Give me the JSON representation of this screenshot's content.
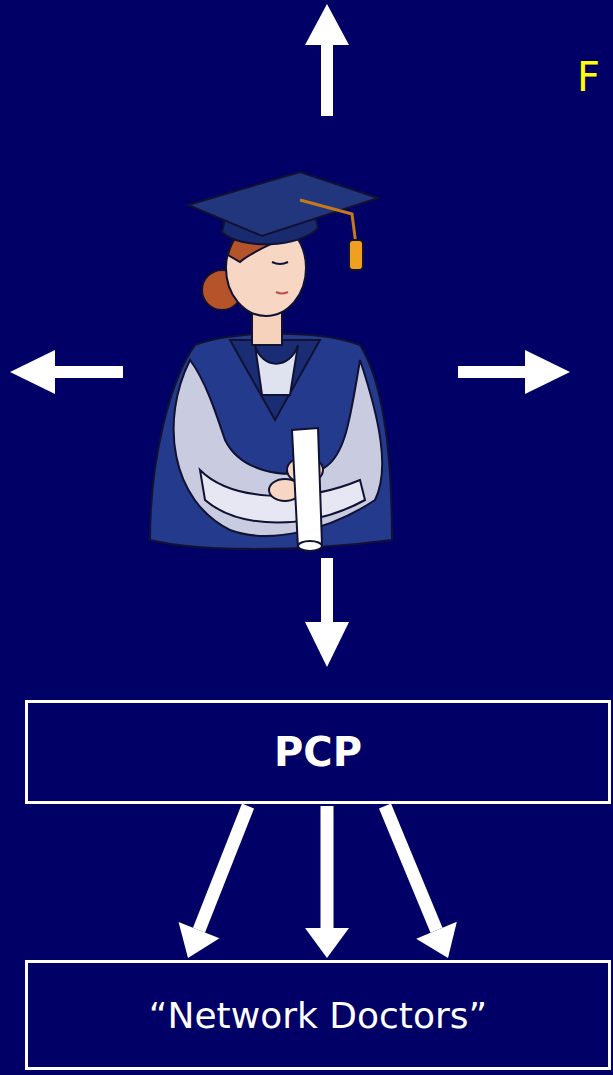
{
  "diagram": {
    "nodes": [
      {
        "text": [
          "PCP"
        ]
      },
      {
        "text": [
          "“Network Doctors”"
        ]
      }
    ],
    "edges": [
      {
        "from": 0,
        "to": 1,
        "arrow": "to"
      },
      {
        "from": 0,
        "to": 1,
        "arrow": "to"
      },
      {
        "from": 0,
        "to": 1,
        "arrow": "to"
      }
    ],
    "labels": [
      "F"
    ]
  }
}
